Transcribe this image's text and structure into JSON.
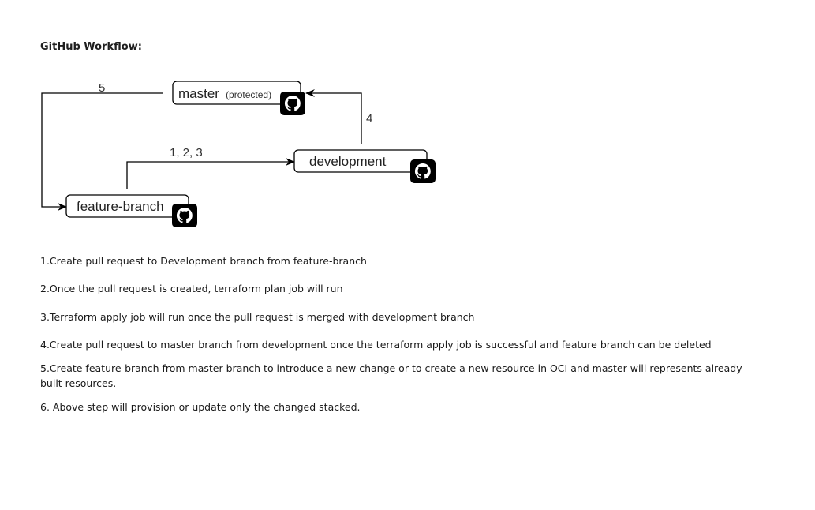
{
  "page": {
    "heading": "GitHub Workflow:"
  },
  "diagram": {
    "nodes": {
      "master": {
        "label": "master",
        "sublabel": "(protected)",
        "icon": "github-icon"
      },
      "development": {
        "label": "development",
        "icon": "github-icon"
      },
      "feature": {
        "label": "feature-branch",
        "icon": "github-icon"
      }
    },
    "edges": {
      "feature_to_development": "1, 2, 3",
      "development_to_master": "4",
      "master_to_feature": "5"
    }
  },
  "steps": [
    "1.Create pull request to Development branch from feature-branch",
    "2.Once the pull request is created, terraform plan job will run",
    "3.Terraform apply job will run once the pull request is merged with development branch",
    "4.Create pull request to master branch from development once the terraform apply job is successful and feature branch can be deleted",
    "5.Create feature-branch from master branch to introduce a new change or to create a new resource in OCI and master will represents already built resources.",
    "6. Above step will provision or update only the changed stacked."
  ]
}
